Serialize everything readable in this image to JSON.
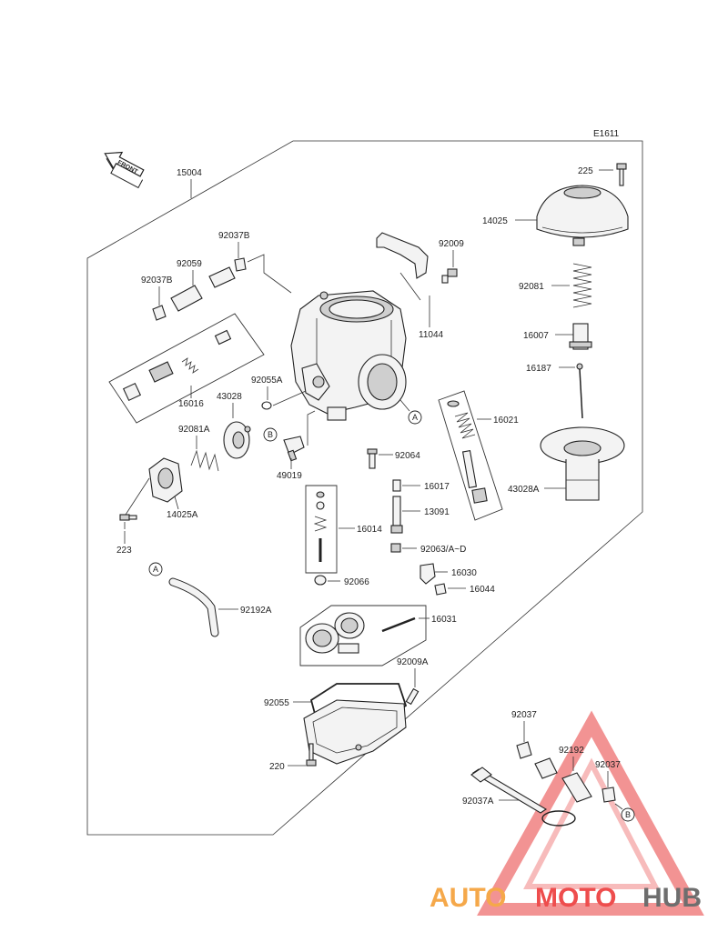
{
  "diagram": {
    "code": "E1611",
    "front_label": "FRONT",
    "labels": {
      "p15004": "15004",
      "p225": "225",
      "p14025": "14025",
      "p92081": "92081",
      "p16007": "16007",
      "p16187": "16187",
      "p16021": "16021",
      "p43028A": "43028A",
      "p92037B_top": "92037B",
      "p92059": "92059",
      "p92037B_left": "92037B",
      "p92009": "92009",
      "p11044": "11044",
      "p92055A": "92055A",
      "p43028": "43028",
      "p16016": "16016",
      "p92081A": "92081A",
      "p49019": "49019",
      "p14025A": "14025A",
      "p223": "223",
      "p92064": "92064",
      "p16017": "16017",
      "p13091": "13091",
      "p16014": "16014",
      "p92063": "92063/A~D",
      "p92066": "92066",
      "p16030": "16030",
      "p16044": "16044",
      "p92192A": "92192A",
      "p16031": "16031",
      "p92009A": "92009A",
      "p92055": "92055",
      "p220": "220",
      "p92037": "92037",
      "p92192": "92192",
      "p92037_b": "92037",
      "p92037A": "92037A"
    },
    "callouts": {
      "a1": "A",
      "a2": "A",
      "b1": "B",
      "b2": "B"
    }
  },
  "watermark": {
    "part1": "AUTO",
    "part2": "MOTO",
    "part3": "HUB",
    "color_auto": "#f5a84a",
    "color_moto": "#ee4d4d",
    "color_hub": "#6e6e6e",
    "triangle_color": "#e83b3b"
  }
}
